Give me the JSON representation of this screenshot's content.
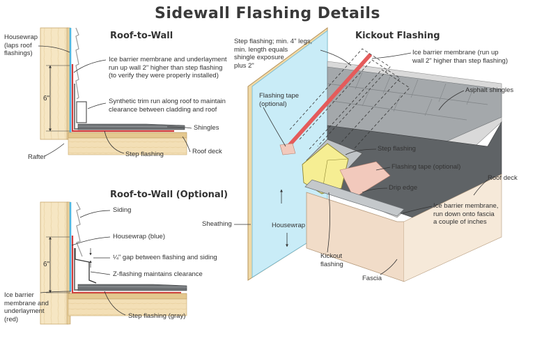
{
  "title": "Sidewall Flashing Details",
  "panels": {
    "roof_to_wall": {
      "title": "Roof-to-Wall",
      "labels": {
        "housewrap": "Housewrap\n(laps roof\nflashings)",
        "ice_barrier": "Ice barrier membrane and underlayment\nrun up wall 2\" higher than step flashing\n(to verify they were properly installed)",
        "synthetic_trim": "Synthetic trim run along roof to maintain\nclearance between cladding and roof",
        "shingles": "Shingles",
        "rafter": "Rafter",
        "step_flashing": "Step flashing",
        "roof_deck": "Roof deck",
        "dimension": "6\""
      }
    },
    "roof_to_wall_optional": {
      "title": "Roof-to-Wall (Optional)",
      "labels": {
        "siding": "Siding",
        "housewrap": "Housewrap (blue)",
        "gap": "¼\" gap between flashing and siding",
        "z_flashing": "Z-flashing maintains clearance",
        "ice_barrier": "Ice barrier\nmembrane and\nunderlayment\n(red)",
        "step_flashing": "Step flashing (gray)",
        "dimension": "6\""
      }
    },
    "kickout": {
      "title": "Kickout Flashing",
      "labels": {
        "step_flashing_note": "Step flashing; min. 4\" legs,\nmin. length equals\nshingle exposure\nplus 2\"",
        "ice_barrier_top": "Ice barrier membrane (run up\nwall 2\" higher than step flashing)",
        "asphalt_shingles": "Asphalt shingles",
        "flashing_tape_optional": "Flashing tape\n(optional)",
        "step_flashing": "Step flashing",
        "flashing_tape": "Flashing tape (optional)",
        "roof_deck": "Roof deck",
        "drip_edge": "Drip edge",
        "ice_barrier_bottom": "Ice barrier membrane,\nrun down onto fascia\na couple of inches",
        "sheathing": "Sheathing",
        "housewrap": "Housewrap",
        "kickout_flashing": "Kickout\nflashing",
        "fascia": "Fascia"
      }
    }
  },
  "colors": {
    "wood": "#f3dfb6",
    "wood_dark": "#e2c48a",
    "housewrap": "#6fc7e8",
    "ice_barrier": "#d23a3a",
    "flashing": "#8c8c8c",
    "shingle": "#9fa3a6",
    "shingle_dark": "#6c7073",
    "deck": "#5c6063",
    "kickout": "#f6ee93",
    "tape": "#f2c9bc",
    "fascia": "#f1dcc8",
    "sheathing_blue": "#cfeef8"
  }
}
